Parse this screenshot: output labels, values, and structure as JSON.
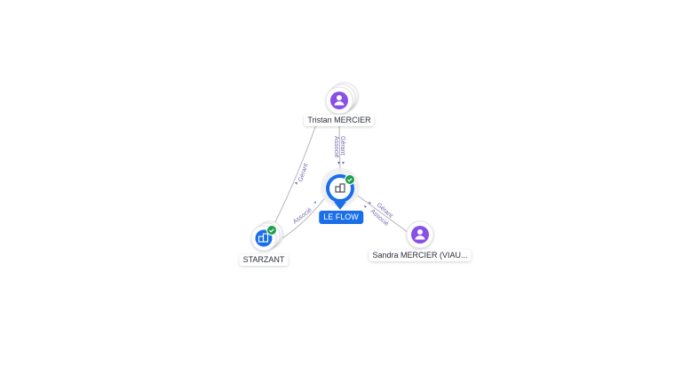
{
  "nodes": {
    "main": {
      "label": "LE FLOW"
    },
    "tristan": {
      "label": "Tristan MERCIER"
    },
    "starzant": {
      "label": "STARZANT"
    },
    "sandra": {
      "label": "Sandra MERCIER (VIAU..."
    }
  },
  "edges": {
    "tristan_starzant": {
      "label": "Gérant"
    },
    "tristan_main_1": {
      "label": "Gérant"
    },
    "tristan_main_2": {
      "label": "Associé"
    },
    "starzant_main": {
      "label": "Associé"
    },
    "sandra_main_1": {
      "label": "Gérant"
    },
    "sandra_main_2": {
      "label": "Associé"
    }
  },
  "colors": {
    "company": "#1a6fe8",
    "person": "#8a4fe6",
    "verified": "#1e9e4f",
    "edge": "#9a9aa6",
    "edge_label": "#7a6bb0"
  }
}
